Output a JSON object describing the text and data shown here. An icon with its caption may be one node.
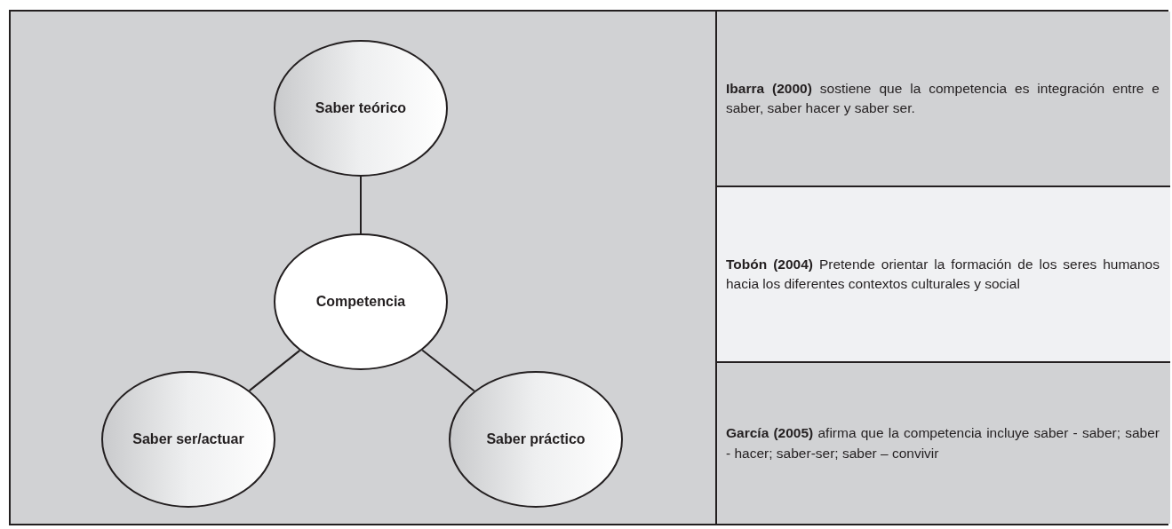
{
  "diagram": {
    "nodes": [
      {
        "text": [
          "Saber teórico"
        ]
      },
      {
        "text": [
          "Competencia"
        ]
      },
      {
        "text": [
          "Saber ser/actuar"
        ]
      },
      {
        "text": [
          "Saber práctico"
        ]
      },
      {
        "text": [
          "**Ibarra (2000)** sostiene que la competencia es integración entre e saber, saber hacer y saber ser."
        ]
      },
      {
        "text": [
          "**Tobón (2004)** Pretende orientar la formación de los seres humanos hacia los diferentes contextos culturales y social"
        ]
      },
      {
        "text": [
          "**García (2005)** afirma que la competencia incluye saber - saber; saber - hacer; saber-ser; saber – convivir"
        ]
      }
    ],
    "edges": [
      {
        "from": 0,
        "to": 1,
        "arrow": "none"
      },
      {
        "from": 1,
        "to": 2,
        "arrow": "none"
      },
      {
        "from": 1,
        "to": 3,
        "arrow": "none"
      }
    ]
  }
}
